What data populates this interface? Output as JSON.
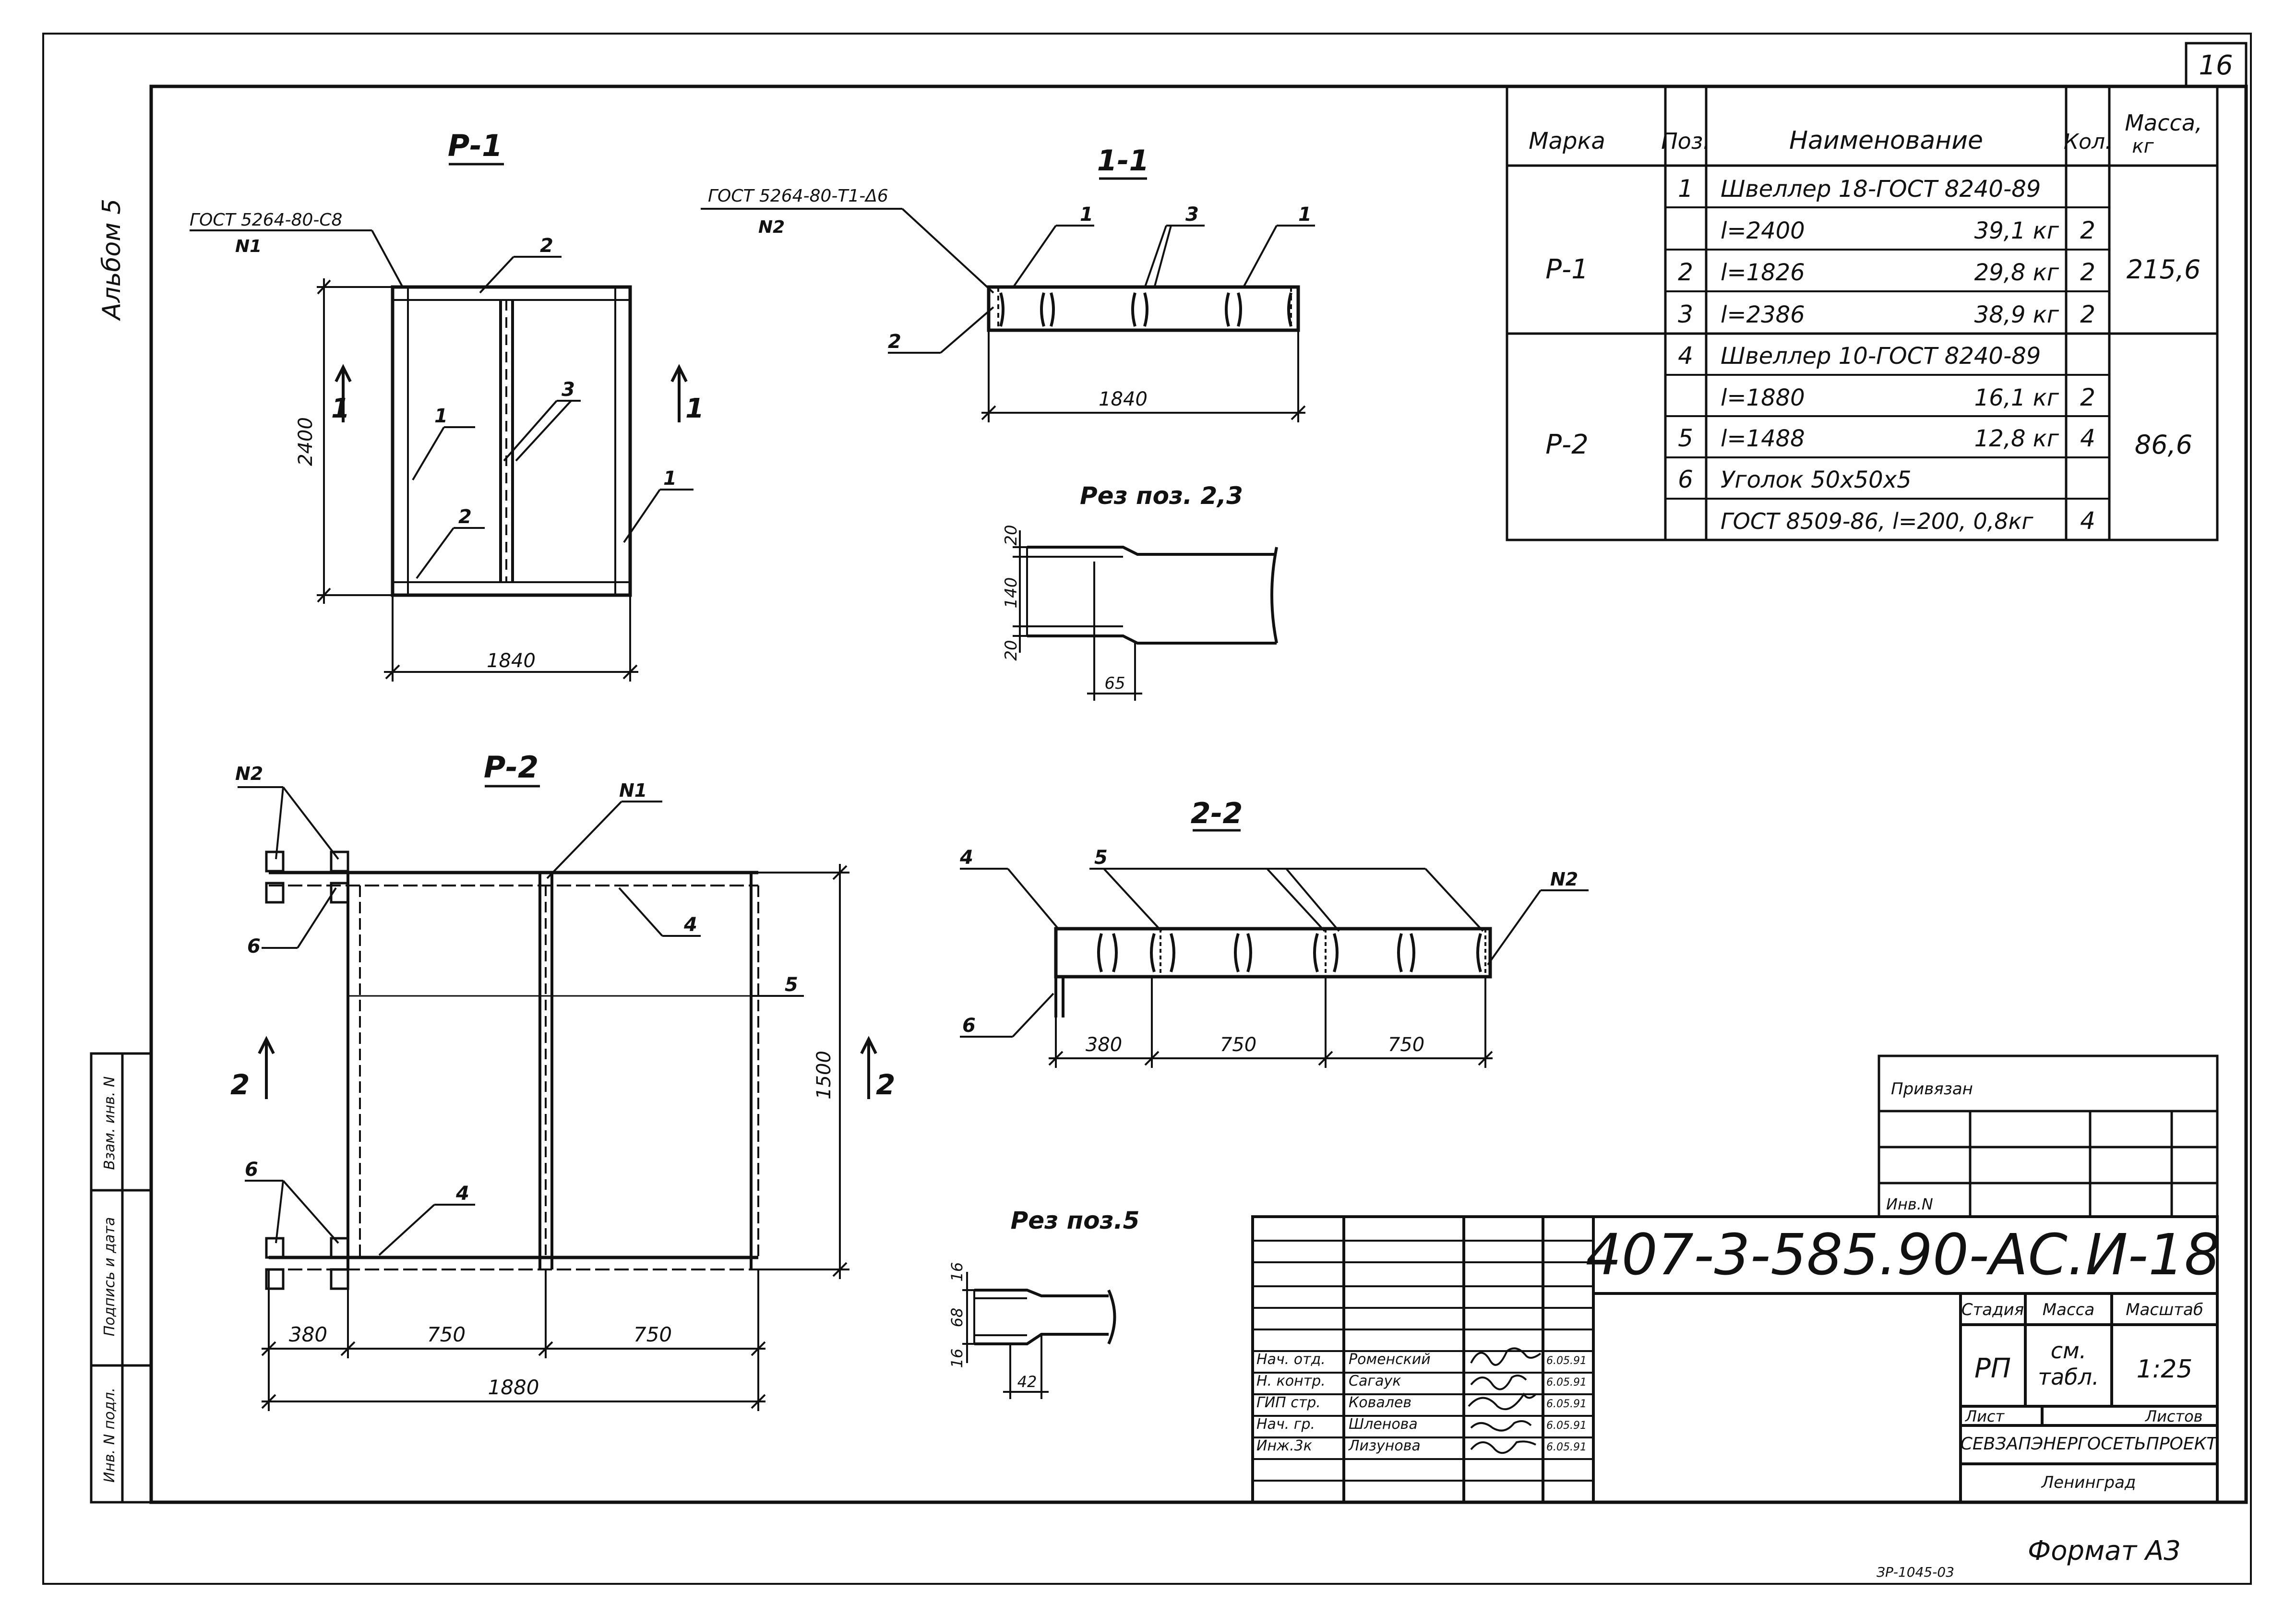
{
  "sheet": {
    "sheet_number": "16",
    "album_label": "Альбом 5",
    "format_label": "Формат А3",
    "stamp_code": "407-3-585.90-АС.И-18",
    "stamp_title": "Рама Р-1; Р-2",
    "bottom_note": "ЗР-1045-03"
  },
  "spec_table": {
    "headers": {
      "mark": "Марка",
      "pos": "Поз.",
      "name": "Наименование",
      "qty": "Кол.",
      "mass": "Масса,",
      "mass_unit": "кг"
    },
    "groups": [
      {
        "mark": "Р-1",
        "mass": "215,6",
        "rows": [
          {
            "pos": "1",
            "name": "Швеллер 18-ГОСТ 8240-89",
            "w": "",
            "qty": ""
          },
          {
            "pos": "",
            "name": "l=2400",
            "w": "39,1 кг",
            "qty": "2"
          },
          {
            "pos": "2",
            "name": "l=1826",
            "w": "29,8 кг",
            "qty": "2"
          },
          {
            "pos": "3",
            "name": "l=2386",
            "w": "38,9 кг",
            "qty": "2"
          }
        ]
      },
      {
        "mark": "Р-2",
        "mass": "86,6",
        "rows": [
          {
            "pos": "4",
            "name": "Швеллер 10-ГОСТ 8240-89",
            "w": "",
            "qty": ""
          },
          {
            "pos": "",
            "name": "l=1880",
            "w": "16,1 кг",
            "qty": "2"
          },
          {
            "pos": "5",
            "name": "l=1488",
            "w": "12,8 кг",
            "qty": "4"
          },
          {
            "pos": "6",
            "name": "Уголок 50х50х5",
            "w": "",
            "qty": ""
          },
          {
            "pos": "",
            "name": "ГОСТ 8509-86, l=200, 0,8кг",
            "w": "",
            "qty": "4"
          }
        ]
      }
    ]
  },
  "views": {
    "p1_title": "Р-1",
    "p1_gost": "ГОСТ 5264-80-С8",
    "p1_weld": "N1",
    "p1_height": "2400",
    "p1_width": "1840",
    "section1_title": "1-1",
    "section1_gost": "ГОСТ 5264-80-Т1-Δ6",
    "section1_weld": "N2",
    "section1_width": "1840",
    "cut23_title": "Рез поз. 2,3",
    "cut23_dims": [
      "20",
      "140",
      "20",
      "65"
    ],
    "p2_title": "Р-2",
    "p2_height": "1500",
    "p2_dims": [
      "380",
      "750",
      "750"
    ],
    "p2_total": "1880",
    "section2_title": "2-2",
    "section2_dims": [
      "380",
      "750",
      "750"
    ],
    "cut5_title": "Рез поз.5",
    "cut5_dims": [
      "16",
      "68",
      "16",
      "42"
    ],
    "callout_1": "1",
    "callout_2": "2",
    "callout_3": "3",
    "callout_4": "4",
    "callout_5": "5",
    "callout_6": "6",
    "weld_n1": "N1",
    "weld_n2": "N2"
  },
  "left_strip": [
    "Взам. инв. N",
    "Подпись и дата",
    "Инв. N подл."
  ],
  "title_block": {
    "privyazan": "Привязан",
    "inv_no": "Инв.N",
    "signers": [
      {
        "role": "Нач. отд.",
        "name": "Роменский",
        "date": "6.05.91"
      },
      {
        "role": "Н. контр.",
        "name": "Сагаук",
        "date": "6.05.91"
      },
      {
        "role": "ГИП стр.",
        "name": "Ковалев",
        "date": "6.05.91"
      },
      {
        "role": "Нач. гр.",
        "name": "Шленова",
        "date": "6.05.91"
      },
      {
        "role": "Инж.3к",
        "name": "Лизунова",
        "date": "6.05.91"
      }
    ],
    "stage_header": "Стадия",
    "mass_header": "Масса",
    "scale_header": "Масштаб",
    "stage": "РП",
    "mass_value_1": "см.",
    "mass_value_2": "табл.",
    "scale": "1:25",
    "sheet_label": "Лист",
    "sheets_label": "Листов",
    "org": "СЕВЗАПЭНЕРГОСЕТЬПРОЕКТ",
    "city": "Ленинград"
  }
}
